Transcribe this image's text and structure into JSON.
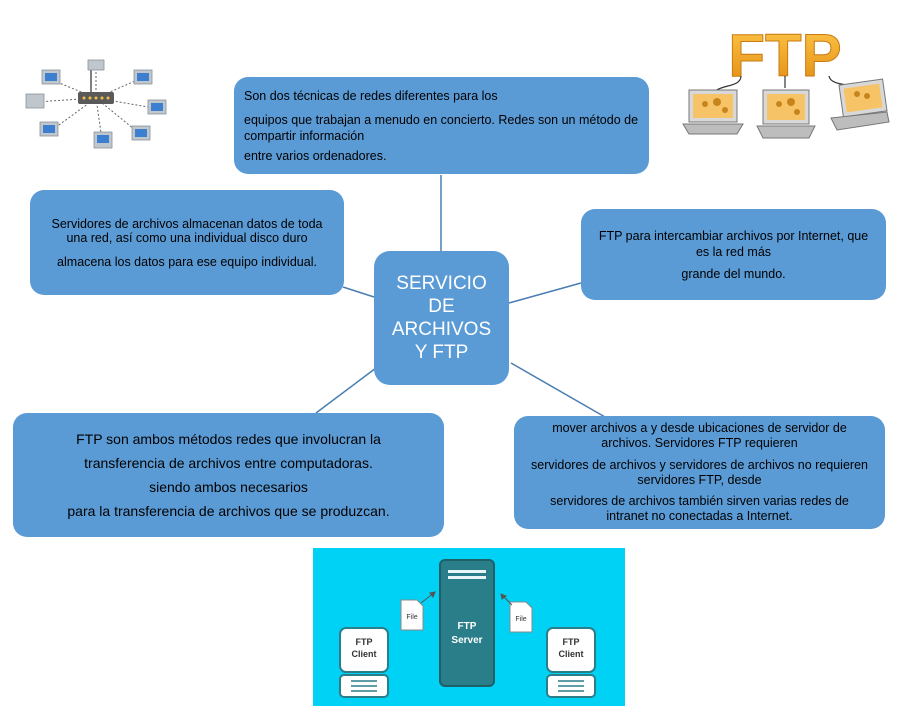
{
  "center": {
    "lines": [
      "SERVICIO",
      "DE",
      "ARCHIVOS",
      "Y FTP"
    ]
  },
  "nodes": {
    "top": [
      "Son dos técnicas de redes diferentes para los",
      "equipos que trabajan a menudo en concierto. Redes son un método de compartir información",
      "entre varios ordenadores."
    ],
    "left": [
      "Servidores de archivos almacenan datos de toda una red, así como una individual disco duro",
      "almacena los datos para ese equipo individual."
    ],
    "right": [
      "FTP para intercambiar archivos por Internet, que es la red más",
      "grande del mundo."
    ],
    "bottom_left": [
      "FTP son ambos métodos redes que involucran la",
      "transferencia de archivos entre computadoras.",
      "siendo ambos necesarios",
      "para la transferencia de archivos que se produzcan."
    ],
    "bottom_right": [
      "mover archivos a y desde ubicaciones de servidor de archivos. Servidores FTP requieren",
      "servidores de archivos y servidores de archivos no requieren servidores FTP, desde",
      "servidores de archivos también sirven varias redes de intranet no conectadas a Internet."
    ]
  },
  "logo_text": "FTP",
  "ftp_diagram": {
    "server_label": [
      "FTP",
      "Server"
    ],
    "client_label": [
      "FTP",
      "Client"
    ],
    "file_label": "File",
    "bg_color": "#00d2f5",
    "server_color": "#2a7e8a"
  },
  "colors": {
    "node": "#5b9bd5",
    "connector": "#4a7db0"
  }
}
